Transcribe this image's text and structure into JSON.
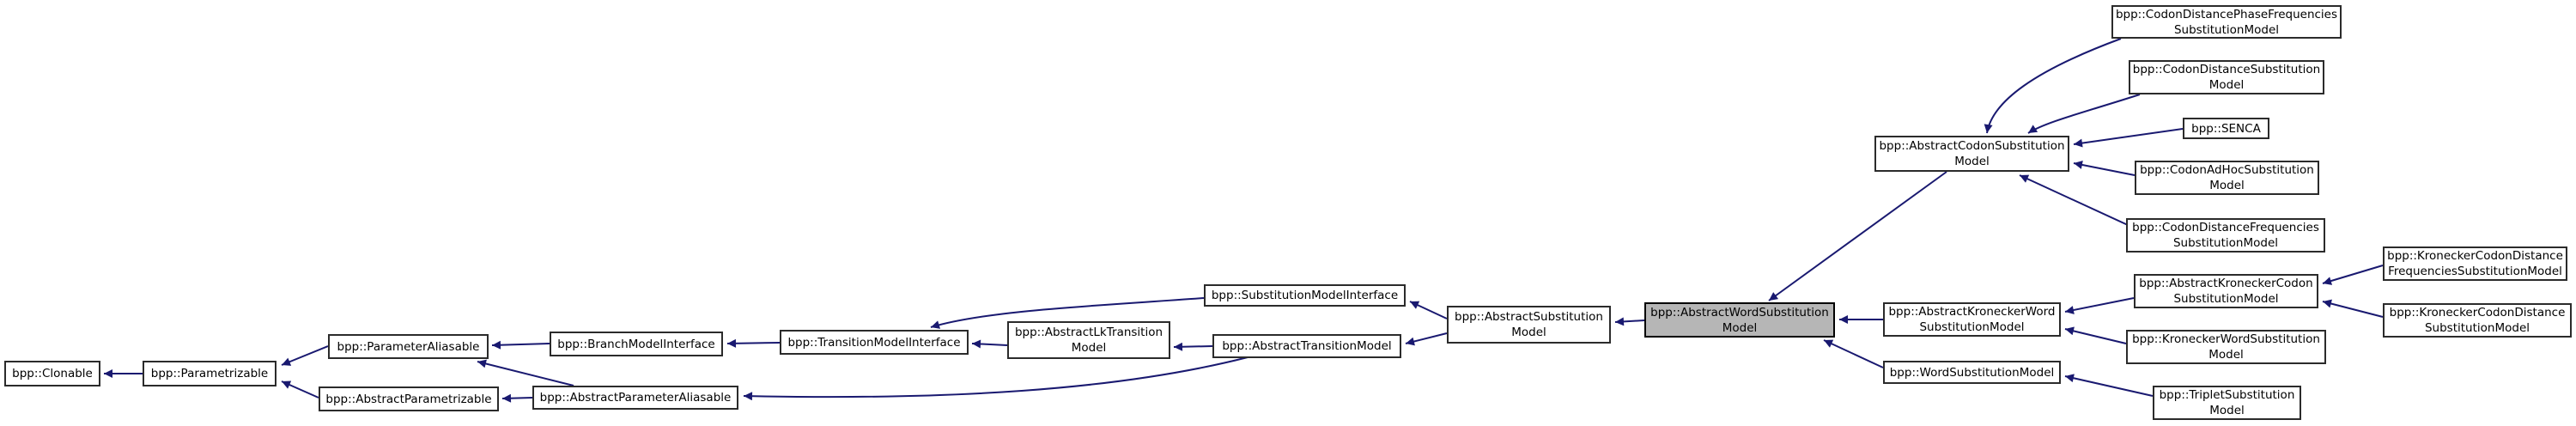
{
  "diagram": {
    "type": "inheritance-graph",
    "background_color": "#ffffff",
    "edge_color": "#191970",
    "node_border_color": "#2b2b2b",
    "node_fill_color": "#ffffff",
    "highlight_fill_color": "#b6b6b6",
    "text_color": "#000000",
    "nodes": [
      {
        "id": "clonable",
        "label": "bpp::Clonable",
        "highlighted": false
      },
      {
        "id": "parametrizable",
        "label": "bpp::Parametrizable",
        "highlighted": false
      },
      {
        "id": "parameter-aliasable",
        "label": "bpp::ParameterAliasable",
        "highlighted": false
      },
      {
        "id": "abstract-parametrizable",
        "label": "bpp::AbstractParametrizable",
        "highlighted": false
      },
      {
        "id": "branch-model-interface",
        "label": "bpp::BranchModelInterface",
        "highlighted": false
      },
      {
        "id": "abstract-parameter-aliasable",
        "label": "bpp::AbstractParameterAliasable",
        "highlighted": false
      },
      {
        "id": "transition-model-interface",
        "label": "bpp::TransitionModelInterface",
        "highlighted": false
      },
      {
        "id": "abstract-lk-transition-model",
        "label": "bpp::AbstractLkTransition\nModel",
        "highlighted": false
      },
      {
        "id": "abstract-transition-model",
        "label": "bpp::AbstractTransitionModel",
        "highlighted": false
      },
      {
        "id": "substitution-model-interface",
        "label": "bpp::SubstitutionModelInterface",
        "highlighted": false
      },
      {
        "id": "abstract-substitution-model",
        "label": "bpp::AbstractSubstitution\nModel",
        "highlighted": false
      },
      {
        "id": "abstract-word-substitution-model",
        "label": "bpp::AbstractWordSubstitution\nModel",
        "highlighted": true
      },
      {
        "id": "abstract-codon-substitution-model",
        "label": "bpp::AbstractCodonSubstitution\nModel",
        "highlighted": false
      },
      {
        "id": "codon-distance-phase-frequencies-substitution-model",
        "label": "bpp::CodonDistancePhaseFrequencies\nSubstitutionModel",
        "highlighted": false
      },
      {
        "id": "codon-distance-substitution-model",
        "label": "bpp::CodonDistanceSubstitution\nModel",
        "highlighted": false
      },
      {
        "id": "senca",
        "label": "bpp::SENCA",
        "highlighted": false
      },
      {
        "id": "codon-adhoc-substitution-model",
        "label": "bpp::CodonAdHocSubstitution\nModel",
        "highlighted": false
      },
      {
        "id": "codon-distance-frequencies-substitution-model",
        "label": "bpp::CodonDistanceFrequencies\nSubstitutionModel",
        "highlighted": false
      },
      {
        "id": "kronecker-codon-distance-frequencies-substitution-model",
        "label": "bpp::KroneckerCodonDistance\nFrequenciesSubstitutionModel",
        "highlighted": false
      },
      {
        "id": "abstract-kronecker-codon-substitution-model",
        "label": "bpp::AbstractKroneckerCodon\nSubstitutionModel",
        "highlighted": false
      },
      {
        "id": "kronecker-codon-distance-substitution-model",
        "label": "bpp::KroneckerCodonDistance\nSubstitutionModel",
        "highlighted": false
      },
      {
        "id": "abstract-kronecker-word-substitution-model",
        "label": "bpp::AbstractKroneckerWord\nSubstitutionModel",
        "highlighted": false
      },
      {
        "id": "kronecker-word-substitution-model",
        "label": "bpp::KroneckerWordSubstitution\nModel",
        "highlighted": false
      },
      {
        "id": "word-substitution-model",
        "label": "bpp::WordSubstitutionModel",
        "highlighted": false
      },
      {
        "id": "triplet-substitution-model",
        "label": "bpp::TripletSubstitution\nModel",
        "highlighted": false
      }
    ],
    "edges": [
      {
        "from": "parametrizable",
        "to": "clonable"
      },
      {
        "from": "parameter-aliasable",
        "to": "parametrizable"
      },
      {
        "from": "abstract-parametrizable",
        "to": "parametrizable"
      },
      {
        "from": "branch-model-interface",
        "to": "parameter-aliasable"
      },
      {
        "from": "abstract-parameter-aliasable",
        "to": "abstract-parametrizable"
      },
      {
        "from": "abstract-parameter-aliasable",
        "to": "parameter-aliasable"
      },
      {
        "from": "transition-model-interface",
        "to": "branch-model-interface"
      },
      {
        "from": "abstract-lk-transition-model",
        "to": "transition-model-interface"
      },
      {
        "from": "abstract-transition-model",
        "to": "abstract-lk-transition-model"
      },
      {
        "from": "substitution-model-interface",
        "to": "transition-model-interface"
      },
      {
        "from": "abstract-transition-model",
        "to": "abstract-parameter-aliasable"
      },
      {
        "from": "abstract-substitution-model",
        "to": "substitution-model-interface"
      },
      {
        "from": "abstract-substitution-model",
        "to": "abstract-transition-model"
      },
      {
        "from": "abstract-word-substitution-model",
        "to": "abstract-substitution-model"
      },
      {
        "from": "abstract-codon-substitution-model",
        "to": "abstract-word-substitution-model"
      },
      {
        "from": "codon-distance-phase-frequencies-substitution-model",
        "to": "abstract-codon-substitution-model"
      },
      {
        "from": "codon-distance-substitution-model",
        "to": "abstract-codon-substitution-model"
      },
      {
        "from": "senca",
        "to": "abstract-codon-substitution-model"
      },
      {
        "from": "codon-adhoc-substitution-model",
        "to": "abstract-codon-substitution-model"
      },
      {
        "from": "codon-distance-frequencies-substitution-model",
        "to": "abstract-codon-substitution-model"
      },
      {
        "from": "kronecker-codon-distance-frequencies-substitution-model",
        "to": "abstract-kronecker-codon-substitution-model"
      },
      {
        "from": "kronecker-codon-distance-substitution-model",
        "to": "abstract-kronecker-codon-substitution-model"
      },
      {
        "from": "abstract-kronecker-codon-substitution-model",
        "to": "abstract-kronecker-word-substitution-model"
      },
      {
        "from": "kronecker-word-substitution-model",
        "to": "abstract-kronecker-word-substitution-model"
      },
      {
        "from": "abstract-kronecker-word-substitution-model",
        "to": "abstract-word-substitution-model"
      },
      {
        "from": "word-substitution-model",
        "to": "abstract-word-substitution-model"
      },
      {
        "from": "triplet-substitution-model",
        "to": "word-substitution-model"
      }
    ]
  }
}
